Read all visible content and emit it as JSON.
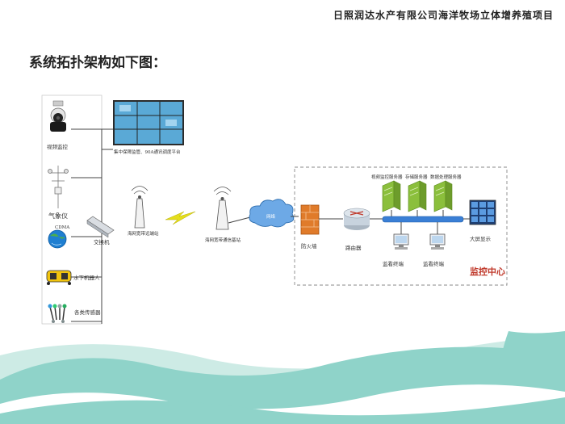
{
  "header": {
    "title": "日照润达水产有限公司海洋牧场立体增养殖项目"
  },
  "section": {
    "heading": "系统拓扑架构如下图："
  },
  "diagram": {
    "devices": {
      "video_monitoring": "视频监控",
      "weather_station": "气象仪",
      "cdma": "CDMA",
      "underwater_robot": "水下机器人",
      "sensors": "各类传感器",
      "switch": "交换机",
      "platform": "集中保障监管、90A通讯调度平台",
      "ocean_terminal_station": "海网宽带远端站",
      "ocean_base_station": "海网宽带通信基站",
      "network": "网络",
      "firewall": "防火墙",
      "router": "路由器",
      "video_server": "视频监控服务器",
      "storage_server": "存储服务器",
      "data_server": "数据处理服务器",
      "monitor_terminal_1": "监看终端",
      "monitor_terminal_2": "监看终端",
      "big_screen": "大屏显示",
      "control_center": "监控中心"
    }
  },
  "colors": {
    "teal": "#8fd3c9",
    "teal_light": "#cdebe5",
    "server_green": "#8bbf3c",
    "firewall": "#e07b2a",
    "router": "#c8d3de",
    "lines": "#444444",
    "control_center": "#c0392b"
  }
}
